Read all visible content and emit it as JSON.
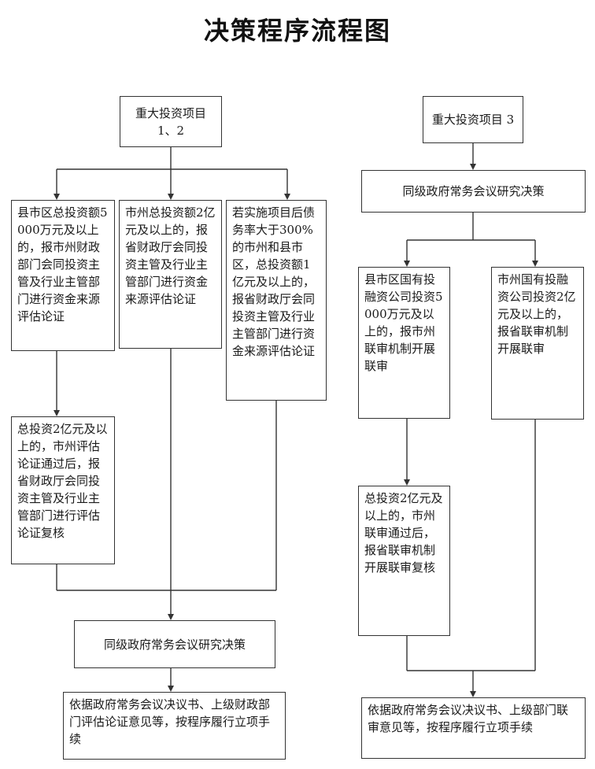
{
  "title": "决策程序流程图",
  "left_flow": {
    "start": "重大投资项目 1、2",
    "branch_a": "县市区总投资额5000万元及以上的，报市州财政部门会同投资主管及行业主管部门进行资金来源评估论证",
    "branch_b": "市州总投资额2亿元及以上的，报省财政厅会同投资主管及行业主管部门进行资金来源评估论证",
    "branch_c": "若实施项目后债务率大于300%的市州和县市区，总投资额1亿元及以上的，报省财政厅会同投资主管及行业主管部门进行资金来源评估论证",
    "review": "总投资2亿元及以上的，市州评估论证通过后，报省财政厅会同投资主管及行业主管部门进行评估论证复核",
    "decision": "同级政府常务会议研究决策",
    "final": "依据政府常务会议决议书、上级财政部门评估论证意见等，按程序履行立项手续"
  },
  "right_flow": {
    "start": "重大投资项目 3",
    "decision": "同级政府常务会议研究决策",
    "branch_a": "县市区国有投融资公司投资5000万元及以上的，报市州联审机制开展联审",
    "branch_b": "市州国有投融资公司投资2亿元及以上的，报省联审机制开展联审",
    "review": "总投资2亿元及以上的，市州联审通过后，报省联审机制开展联审复核",
    "final": "依据政府常务会议决议书、上级部门联审意见等，按程序履行立项手续"
  }
}
